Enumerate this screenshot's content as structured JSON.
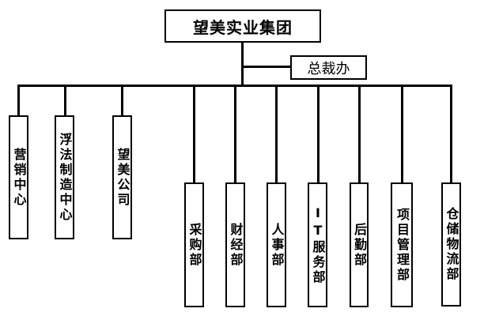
{
  "root": {
    "label": "望美实业集团"
  },
  "executive_office": {
    "label": "总裁办"
  },
  "units": [
    {
      "label": "营销中心"
    },
    {
      "label": "浮法制造中心"
    },
    {
      "label": "望美公司"
    }
  ],
  "departments": [
    {
      "label": "采购部"
    },
    {
      "label": "财经部"
    },
    {
      "label": "人事部"
    },
    {
      "label": "IT服务部"
    },
    {
      "label": "后勤部"
    },
    {
      "label": "项目管理部"
    },
    {
      "label": "仓储物流部"
    }
  ]
}
